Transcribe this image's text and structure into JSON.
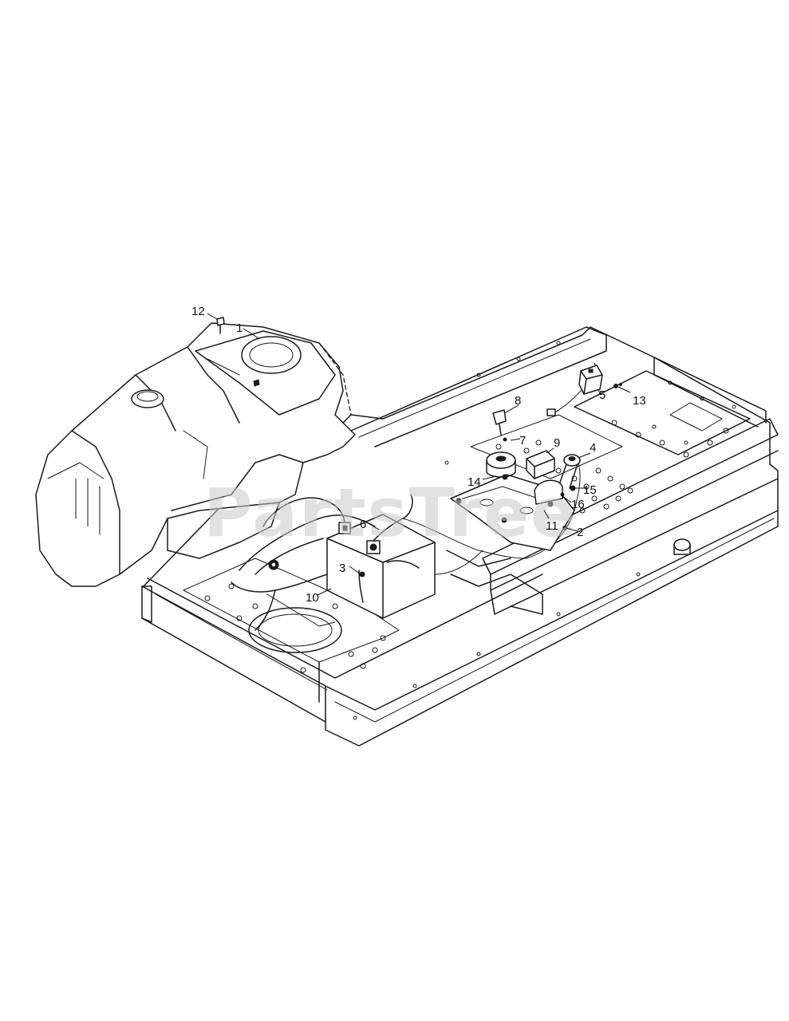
{
  "watermark": "PartsTree",
  "callouts": [
    {
      "id": "c12",
      "label": "12"
    },
    {
      "id": "c1",
      "label": "1"
    },
    {
      "id": "c8",
      "label": "8"
    },
    {
      "id": "c5",
      "label": "5"
    },
    {
      "id": "c13",
      "label": "13"
    },
    {
      "id": "c7",
      "label": "7"
    },
    {
      "id": "c9",
      "label": "9"
    },
    {
      "id": "c4",
      "label": "4"
    },
    {
      "id": "c14",
      "label": "14"
    },
    {
      "id": "c15",
      "label": "15"
    },
    {
      "id": "c16",
      "label": "16"
    },
    {
      "id": "c11",
      "label": "11"
    },
    {
      "id": "c2",
      "label": "2"
    },
    {
      "id": "c6",
      "label": "6"
    },
    {
      "id": "c3",
      "label": "3"
    },
    {
      "id": "c10",
      "label": "10"
    }
  ]
}
